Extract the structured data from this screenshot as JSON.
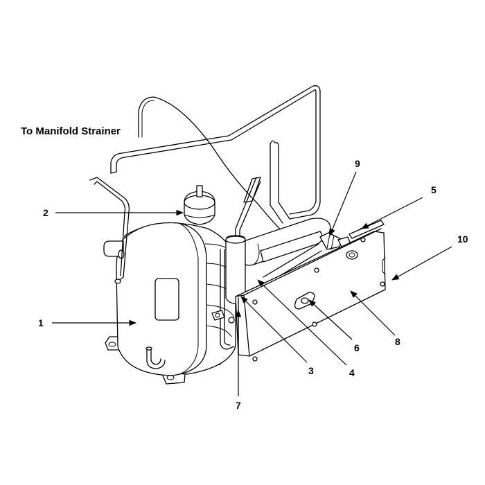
{
  "diagram": {
    "caption": "To Manifold Strainer",
    "callouts": {
      "c1": "1",
      "c2": "2",
      "c3": "3",
      "c4": "4",
      "c5": "5",
      "c6": "6",
      "c7": "7",
      "c8": "8",
      "c9": "9",
      "c10": "10"
    }
  }
}
